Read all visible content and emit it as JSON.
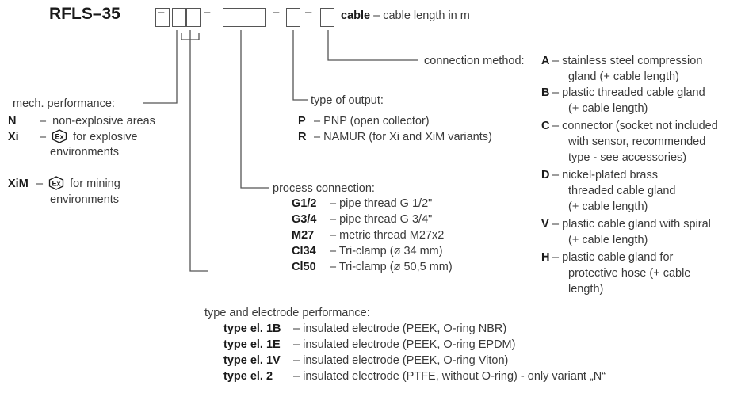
{
  "header": {
    "model": "RFLS–35",
    "dash": "–",
    "cable_bold": "cable",
    "cable_rest": "– cable length in m"
  },
  "mech": {
    "title": "mech. performance:",
    "items": [
      {
        "code": "N",
        "dash": "–",
        "text": "non-explosive areas"
      },
      {
        "code": "Xi",
        "dash": "–",
        "text1": "for explosive",
        "text2": "environments"
      },
      {
        "code": "XiM",
        "dash": "–",
        "text1": "for mining",
        "text2": "environments"
      }
    ]
  },
  "output": {
    "title": "type of output:",
    "items": [
      {
        "code": "P",
        "text": "– PNP (open collector)"
      },
      {
        "code": "R",
        "text": "– NAMUR (for Xi and XiM variants)"
      }
    ]
  },
  "process": {
    "title": "process connection:",
    "items": [
      {
        "code": "G1/2",
        "text": "– pipe thread G 1/2\""
      },
      {
        "code": "G3/4",
        "text": "– pipe thread G 3/4\""
      },
      {
        "code": "M27",
        "text": "– metric thread M27x2"
      },
      {
        "code": "Cl34",
        "text": "– Tri-clamp (ø 34 mm)"
      },
      {
        "code": "Cl50",
        "text": "– Tri-clamp (ø 50,5 mm)"
      }
    ]
  },
  "electrode": {
    "title": "type and electrode performance:",
    "items": [
      {
        "code": "type el. 1B",
        "text": "– insulated electrode (PEEK, O-ring NBR)"
      },
      {
        "code": "type el. 1E",
        "text": "– insulated electrode (PEEK, O-ring EPDM)"
      },
      {
        "code": "type el. 1V",
        "text": "– insulated electrode (PEEK, O-ring Viton)"
      },
      {
        "code": "type el. 2",
        "text": "– insulated electrode (PTFE, without O-ring) - only variant „N“"
      }
    ]
  },
  "connection": {
    "title": "connection method:",
    "items": [
      {
        "code": "A",
        "lines": [
          "– stainless steel compression",
          "gland (+ cable length)"
        ]
      },
      {
        "code": "B",
        "lines": [
          "– plastic threaded cable gland",
          "(+ cable length)"
        ]
      },
      {
        "code": "C",
        "lines": [
          "– connector (socket not included",
          "with sensor, recommended",
          "type - see accessories)"
        ]
      },
      {
        "code": "D",
        "lines": [
          "– nickel-plated brass",
          "threaded cable gland",
          "(+ cable length)"
        ]
      },
      {
        "code": "V",
        "lines": [
          "– plastic cable gland with spiral",
          "(+ cable length)"
        ]
      },
      {
        "code": "H",
        "lines": [
          "– plastic cable gland for",
          "protective hose (+ cable",
          "length)"
        ]
      }
    ]
  }
}
